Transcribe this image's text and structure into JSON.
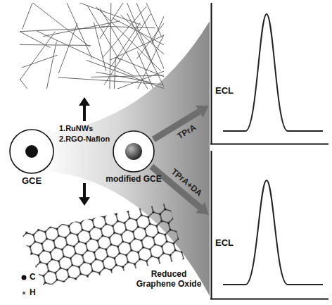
{
  "diagram": {
    "nodes": [
      {
        "text": [
          "GCE"
        ]
      },
      {
        "text": [
          "modified GCE"
        ]
      },
      {
        "text": [
          "ECL"
        ]
      },
      {
        "text": [
          "ECL"
        ]
      }
    ],
    "edges": [
      {
        "from": 1,
        "to": 2,
        "label": "TPrA",
        "arrow": "to"
      },
      {
        "from": 1,
        "to": 3,
        "label": "TPrA+DA",
        "arrow": "to"
      }
    ],
    "labels": [
      "1.RuNWs",
      "2.RGO-Nafion",
      "Reduced Graphene Oxide"
    ],
    "legend": [
      {
        "text": "C"
      },
      {
        "text": "H"
      }
    ]
  }
}
